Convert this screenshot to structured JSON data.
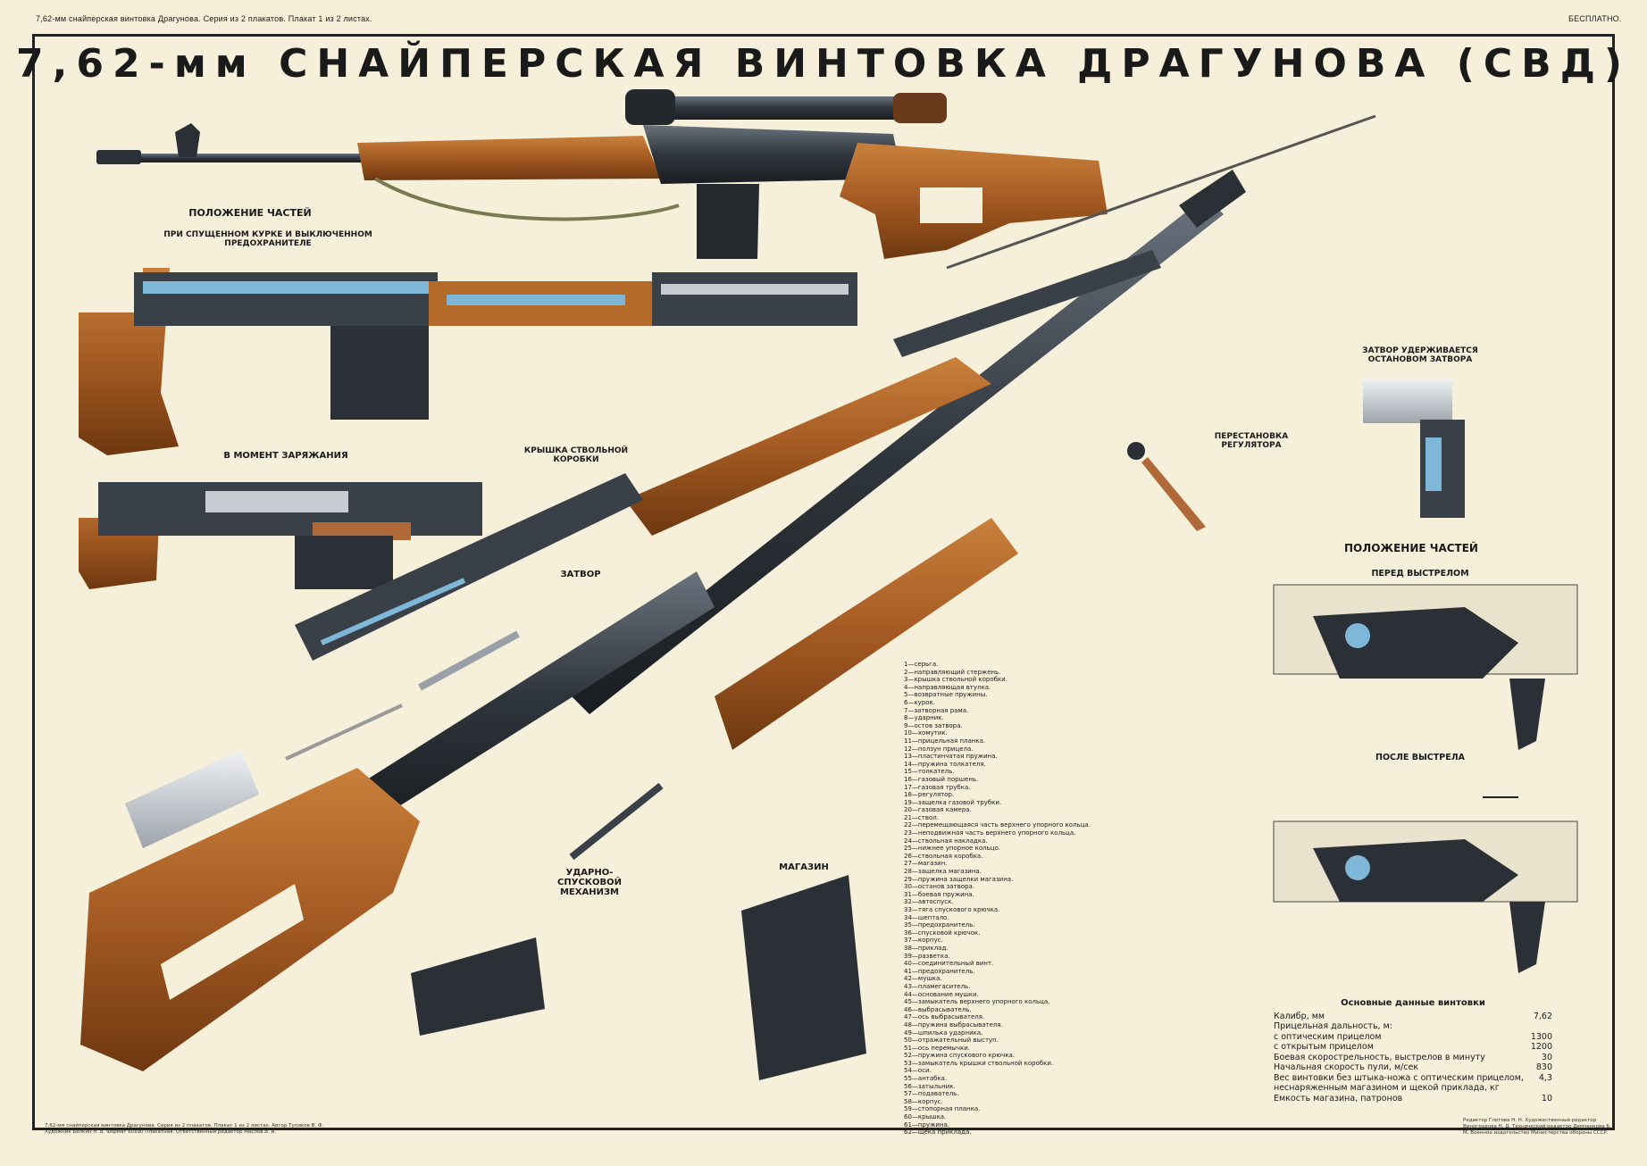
{
  "header": {
    "left": "7,62-мм снайперская винтовка Драгунова. Серия из 2 плакатов. Плакат 1 из 2 листах.",
    "right": "БЕСПЛАТНО.",
    "title": "7,62-мм СНАЙПЕРСКАЯ ВИНТОВКА ДРАГУНОВА (СВД)"
  },
  "sections": {
    "parts_position": "ПОЛОЖЕНИЕ ЧАСТЕЙ",
    "parts_position_sub": "ПРИ СПУЩЕННОМ КУРКЕ И ВЫКЛЮЧЕННОМ ПРЕДОХРАНИТЕЛЕ",
    "loading": "В МОМЕНТ ЗАРЯЖАНИЯ",
    "receiver_cover": "КРЫШКА СТВОЛЬНОЙ КОРОБКИ",
    "bolt": "ЗАТВОР",
    "trigger": "УДАРНО-СПУСКОВОЙ МЕХАНИЗМ",
    "magazine": "МАГАЗИН",
    "bolt_stop": "ЗАТВОР УДЕРЖИВАЕТСЯ ОСТАНОВОМ ЗАТВОРА",
    "regulator": "ПЕРЕСТАНОВКА РЕГУЛЯТОРА",
    "parts_position_right": "ПОЛОЖЕНИЕ ЧАСТЕЙ",
    "before_shot": "ПЕРЕД ВЫСТРЕЛОМ",
    "after_shot": "ПОСЛЕ ВЫСТРЕЛА"
  },
  "legend": [
    "1—серьга.",
    "2—направляющий стержень.",
    "3—крышка ствольной коробки.",
    "4—направляющая втулка.",
    "5—возвратные пружины.",
    "6—курок.",
    "7—затворная рама.",
    "8—ударник.",
    "9—остов затвора.",
    "10—хомутик.",
    "11—прицельная планка.",
    "12—ползун прицела.",
    "13—пластинчатая пружина.",
    "14—пружина толкателя.",
    "15—толкатель.",
    "16—газовый поршень.",
    "17—газовая трубка.",
    "18—регулятор.",
    "19—защелка газовой трубки.",
    "20—газовая камера.",
    "21—ствол.",
    "22—перемещающаяся часть верхнего упорного кольца.",
    "23—неподвижная часть верхнего упорного кольца.",
    "24—ствольная накладка.",
    "25—нижнее упорное кольцо.",
    "26—ствольная коробка.",
    "27—магазин.",
    "28—защелка магазина.",
    "29—пружина защелки магазина.",
    "30—останов затвора.",
    "31—боевая пружина.",
    "32—автоспуск.",
    "33—тяга спускового крючка.",
    "34—шептало.",
    "35—предохранитель.",
    "36—спусковой крючок.",
    "37—корпус.",
    "38—приклад.",
    "39—разветка.",
    "40—соединительный винт.",
    "41—предохранитель.",
    "42—мушка.",
    "43—пламегаситель.",
    "44—основание мушки.",
    "45—замыкатель верхнего упорного кольца.",
    "46—выбрасыватель.",
    "47—ось выбрасывателя.",
    "48—пружина выбрасывателя.",
    "49—шпилька ударника.",
    "50—отражательный выступ.",
    "51—ось перемычки.",
    "52—пружина спускового крючка.",
    "53—замыкатель крышки ствольной коробки.",
    "54—оси.",
    "55—антабка.",
    "56—затыльник.",
    "57—подаватель.",
    "58—корпус.",
    "59—стопорная планка.",
    "60—крышка.",
    "61—пружина.",
    "62—щека приклада."
  ],
  "specs": {
    "title": "Основные данные винтовки",
    "rows": [
      {
        "label": "Калибр, мм",
        "value": "7,62"
      },
      {
        "label": "Прицельная дальность, м:",
        "value": ""
      },
      {
        "label": "с оптическим прицелом",
        "value": "1300"
      },
      {
        "label": "с открытым прицелом",
        "value": "1200"
      },
      {
        "label": "Боевая скорострельность, выстрелов в минуту",
        "value": "30"
      },
      {
        "label": "Начальная скорость пули, м/сек",
        "value": "830"
      },
      {
        "label": "Вес винтовки без штыка-ножа с оптическим прицелом, неснаряженным магазином и щекой приклада, кг",
        "value": "4,3"
      },
      {
        "label": "Емкость магазина, патронов",
        "value": "10"
      }
    ]
  },
  "footer": {
    "left": "7,62-мм снайперская винтовка Драгунова. Серия из 2 плакатов. Плакат 1 из 2 листах. Автор Тупиков В. Ф. Художник Белкин Н. В. Формат 60x90 Плакатная. Ответственный редактор Маслов В. И.",
    "right": "Редактор Глотова Н. Н. Художественный редактор Виноградова Н. Д. Технический редактор Демченкова Б. М. Военное издательство Министерства обороны СССР."
  },
  "palette": {
    "background": "#f6efd9",
    "wood": "#a45a22",
    "wood_light": "#c98e4d",
    "steel": "#3a4048",
    "cutaway_blue": "#7fb7d9",
    "alu": "#c8ccd2"
  }
}
